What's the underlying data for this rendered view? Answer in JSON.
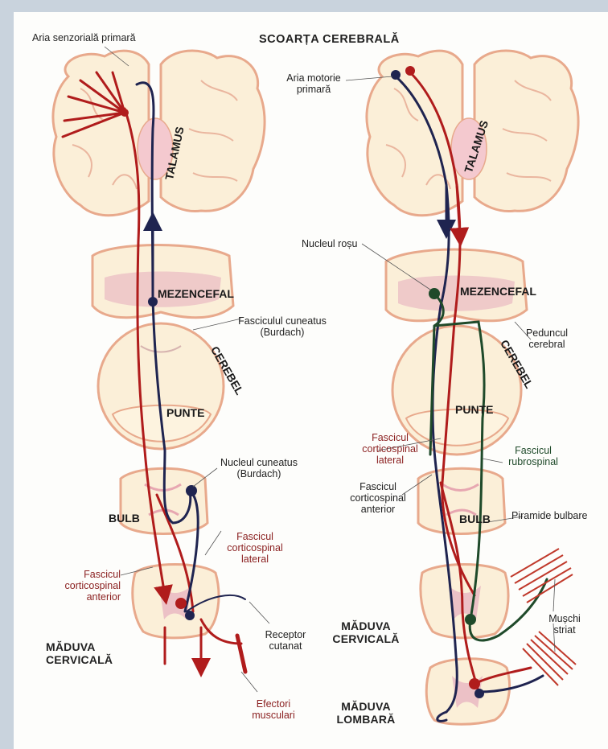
{
  "title": "SCOARȚA CEREBRALĂ",
  "left_panel": {
    "aria_senzoriala": "Aria senzorială primară",
    "talamus": "TALAMUS",
    "mezencefal": "MEZENCEFAL",
    "fasciculul_cuneatus_1": "Fasciculul cuneatus",
    "fasciculul_cuneatus_2": "(Burdach)",
    "cerebel": "CEREBEL",
    "punte": "PUNTE",
    "nucleul_cuneatus_1": "Nucleul cuneatus",
    "nucleul_cuneatus_2": "(Burdach)",
    "bulb": "BULB",
    "fascicul_lateral_1": "Fascicul",
    "fascicul_lateral_2": "corticospinal",
    "fascicul_lateral_3": "lateral",
    "fascicul_anterior_1": "Fascicul",
    "fascicul_anterior_2": "corticospinal",
    "fascicul_anterior_3": "anterior",
    "maduva_1": "MĂDUVA",
    "maduva_2": "CERVICALĂ",
    "receptor_1": "Receptor",
    "receptor_2": "cutanat",
    "efectori_1": "Efectori",
    "efectori_2": "musculari"
  },
  "right_panel": {
    "aria_motorie_1": "Aria motorie",
    "aria_motorie_2": "primară",
    "talamus": "TALAMUS",
    "nucleul_rosu": "Nucleul roșu",
    "mezencefal": "MEZENCEFAL",
    "peduncul_1": "Peduncul",
    "peduncul_2": "cerebral",
    "cerebel": "CEREBEL",
    "punte": "PUNTE",
    "fascicul_lateral_1": "Fascicul",
    "fascicul_lateral_2": "corticospinal",
    "fascicul_lateral_3": "lateral",
    "fascicul_rubro_1": "Fascicul",
    "fascicul_rubro_2": "rubrospinal",
    "fascicul_anterior_1": "Fascicul",
    "fascicul_anterior_2": "corticospinal",
    "fascicul_anterior_3": "anterior",
    "bulb": "BULB",
    "piramide": "Piramide bulbare",
    "muschi_1": "Mușchi",
    "muschi_2": "striat",
    "maduva_cerv_1": "MĂDUVA",
    "maduva_cerv_2": "CERVICALĂ",
    "maduva_lomb_1": "MĂDUVA",
    "maduva_lomb_2": "LOMBARĂ"
  },
  "colors": {
    "background": "#c9d3dd",
    "tissue_fill": "#fbefd8",
    "tissue_edge": "#e8a98c",
    "grey_matter": "#e9b7c0",
    "red_tract": "#b01c1c",
    "dark_tract": "#1f2450",
    "green_tract": "#1f4a2a"
  }
}
